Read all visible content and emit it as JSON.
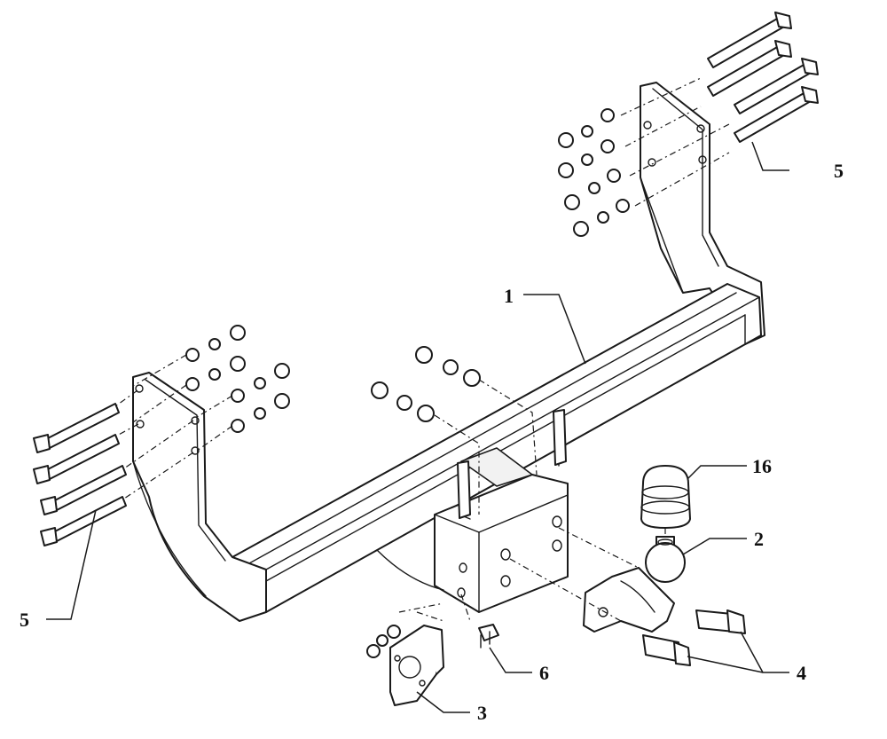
{
  "labels": {
    "l1": "1",
    "l2": "2",
    "l3": "3",
    "l4": "4",
    "l5_right": "5",
    "l5_left": "5",
    "l6": "6",
    "l16": "16"
  },
  "colors": {
    "line": "#1a1a1a",
    "background": "#ffffff"
  }
}
